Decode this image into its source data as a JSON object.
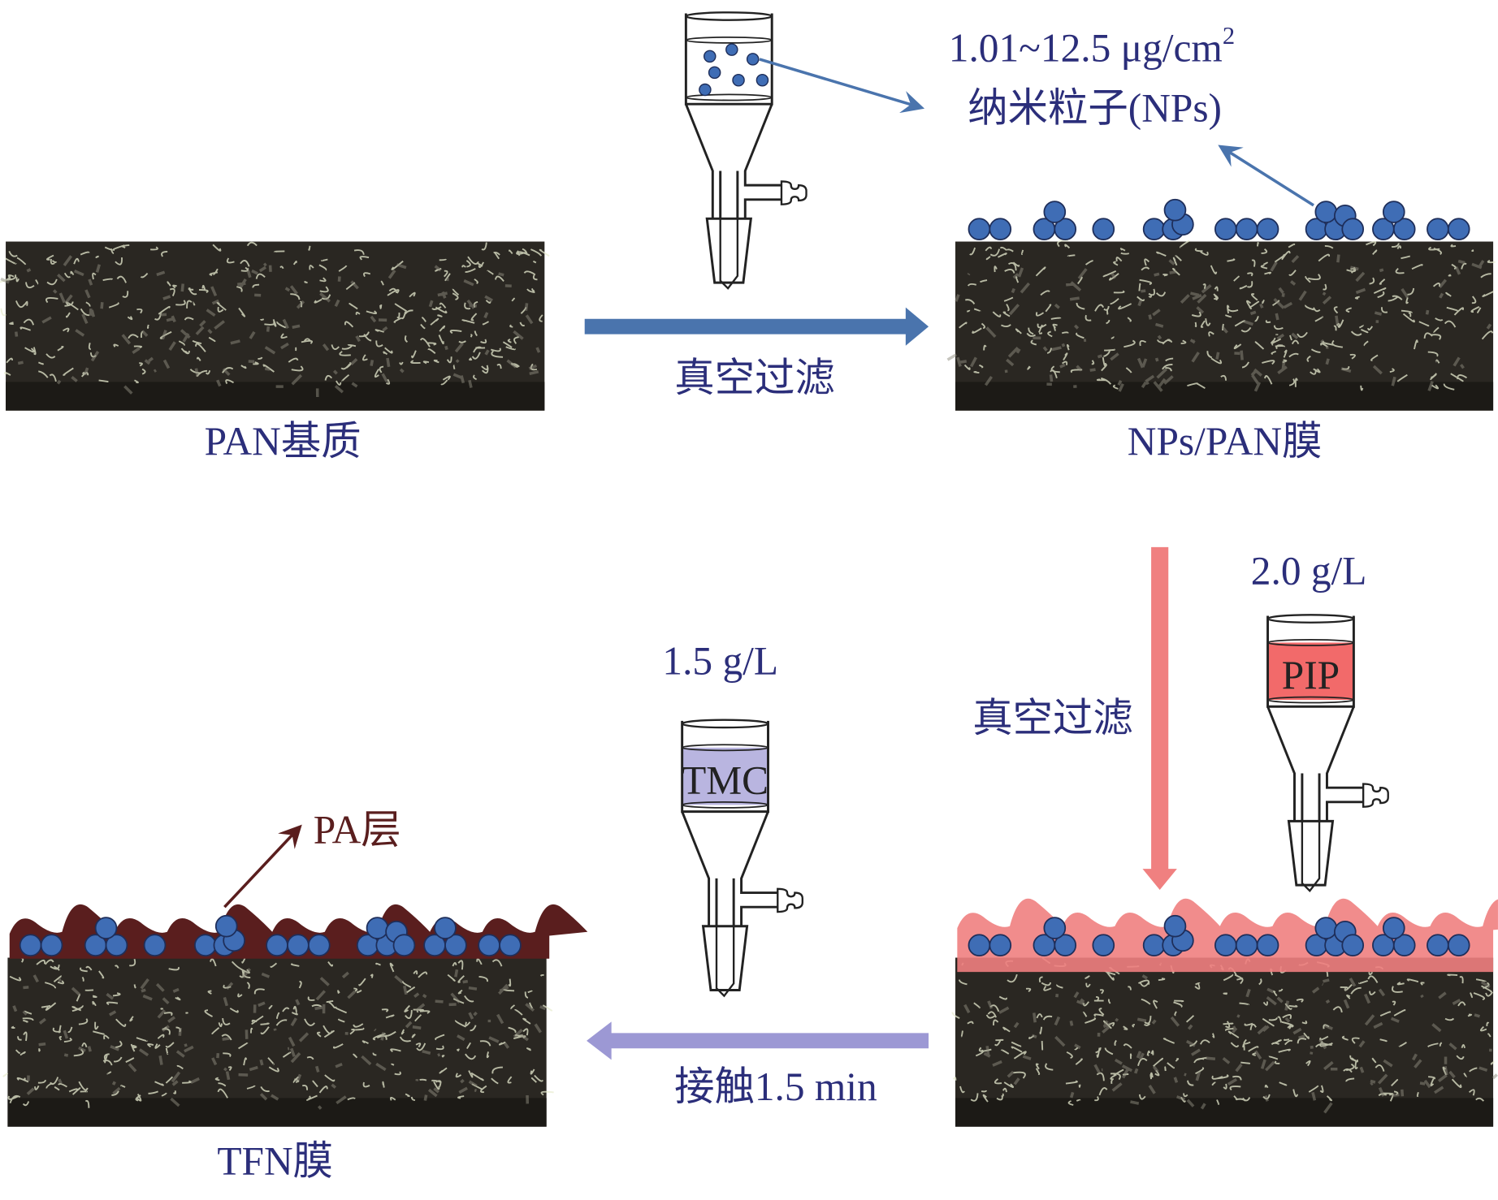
{
  "labels": {
    "pan_substrate": "PAN基质",
    "nps_pan_membrane": "NPs/PAN膜",
    "tfn_membrane": "TFN膜",
    "step1": "真空过滤",
    "step2": "真空过滤",
    "step3": "接触1.5 min",
    "np_loading": "1.01~12.5 μg/cm",
    "np_loading_sup": "2",
    "nanoparticles": "纳米粒子(NPs)",
    "pip_conc": "2.0 g/L",
    "pip": "PIP",
    "tmc_conc": "1.5 g/L",
    "tmc": "TMC",
    "pa_layer": "PA层"
  },
  "colors": {
    "text": "#2b2e7a",
    "np": "#3f6db5",
    "arrow_blue": "#4a74ad",
    "arrow_pink": "#f08080",
    "arrow_purple": "#9c98d4",
    "pa_layer": "#5a1e1e",
    "pip_solution": "#f26a6a",
    "tmc_solution": "#b9b5e0"
  }
}
